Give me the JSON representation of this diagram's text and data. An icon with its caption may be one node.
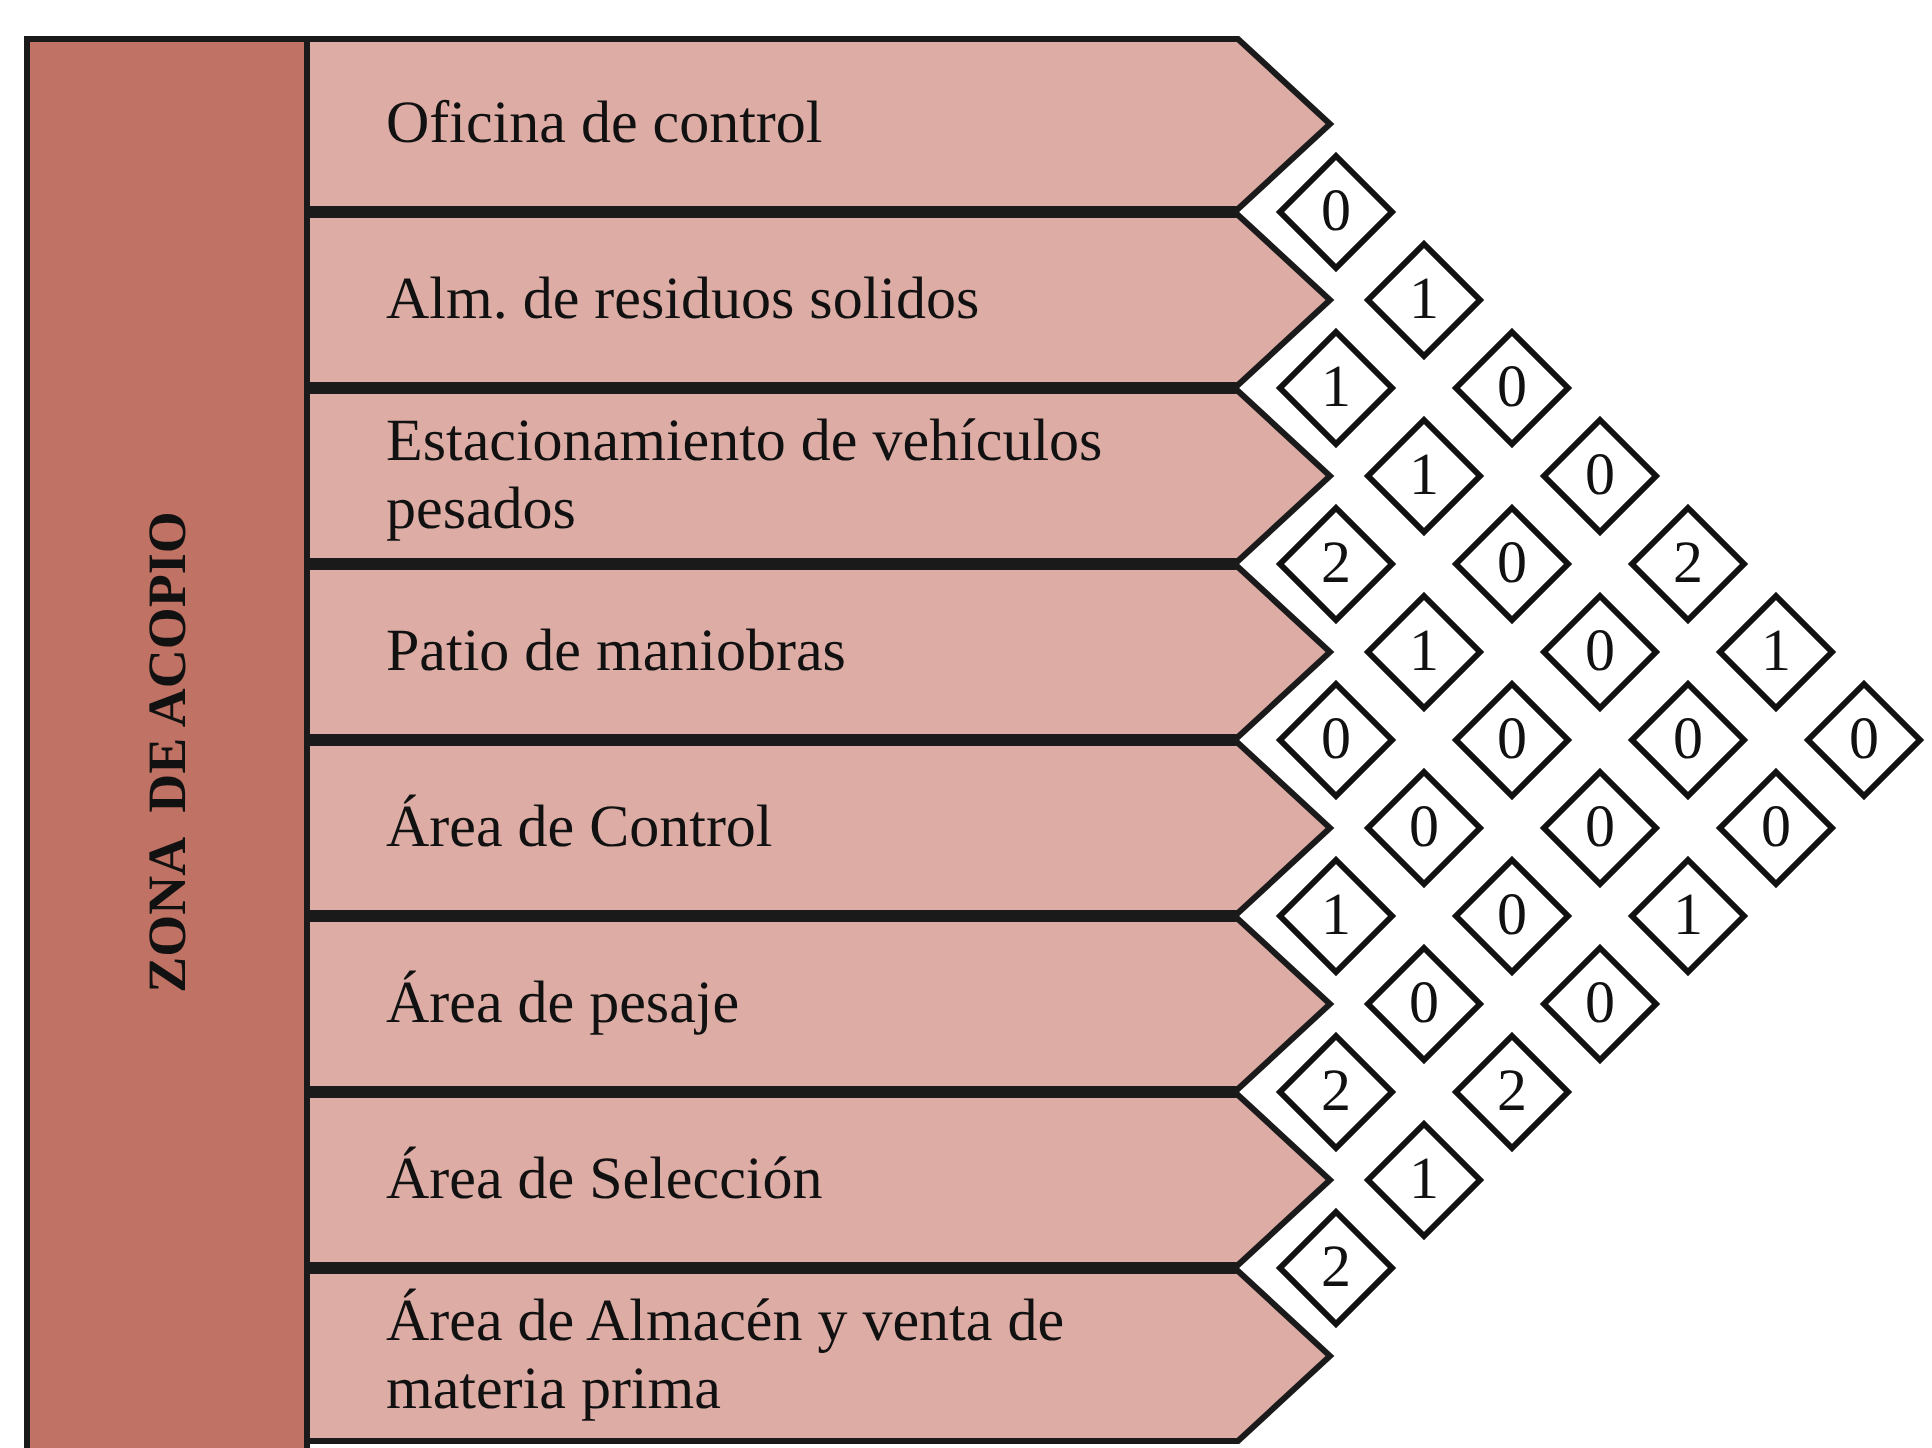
{
  "diagram": {
    "nodes": [
      {
        "text": [
          "ZONA  DE ACOPIO"
        ]
      },
      {
        "text": [
          "Oficina de control"
        ]
      },
      {
        "text": [
          "Alm. de residuos solidos"
        ]
      },
      {
        "text": [
          "Estacionamiento de vehículos pesados"
        ]
      },
      {
        "text": [
          "Patio de maniobras"
        ]
      },
      {
        "text": [
          "Área de Control"
        ]
      },
      {
        "text": [
          "Área de pesaje"
        ]
      },
      {
        "text": [
          "Área de Selección"
        ]
      },
      {
        "text": [
          "Área de Almacén y venta de materia prima"
        ]
      },
      {
        "text": [
          "0"
        ]
      },
      {
        "text": [
          "1"
        ]
      },
      {
        "text": [
          "1"
        ]
      },
      {
        "text": [
          "0"
        ]
      },
      {
        "text": [
          "1"
        ]
      },
      {
        "text": [
          "0"
        ]
      },
      {
        "text": [
          "2"
        ]
      },
      {
        "text": [
          "0"
        ]
      },
      {
        "text": [
          "2"
        ]
      },
      {
        "text": [
          "1"
        ]
      },
      {
        "text": [
          "0"
        ]
      },
      {
        "text": [
          "1"
        ]
      },
      {
        "text": [
          "0"
        ]
      },
      {
        "text": [
          "0"
        ]
      },
      {
        "text": [
          "0"
        ]
      },
      {
        "text": [
          "0"
        ]
      },
      {
        "text": [
          "0"
        ]
      },
      {
        "text": [
          "0"
        ]
      },
      {
        "text": [
          "0"
        ]
      },
      {
        "text": [
          "1"
        ]
      },
      {
        "text": [
          "0"
        ]
      },
      {
        "text": [
          "1"
        ]
      },
      {
        "text": [
          "0"
        ]
      },
      {
        "text": [
          "0"
        ]
      },
      {
        "text": [
          "2"
        ]
      },
      {
        "text": [
          "2"
        ]
      },
      {
        "text": [
          "1"
        ]
      },
      {
        "text": [
          "2"
        ]
      }
    ]
  }
}
